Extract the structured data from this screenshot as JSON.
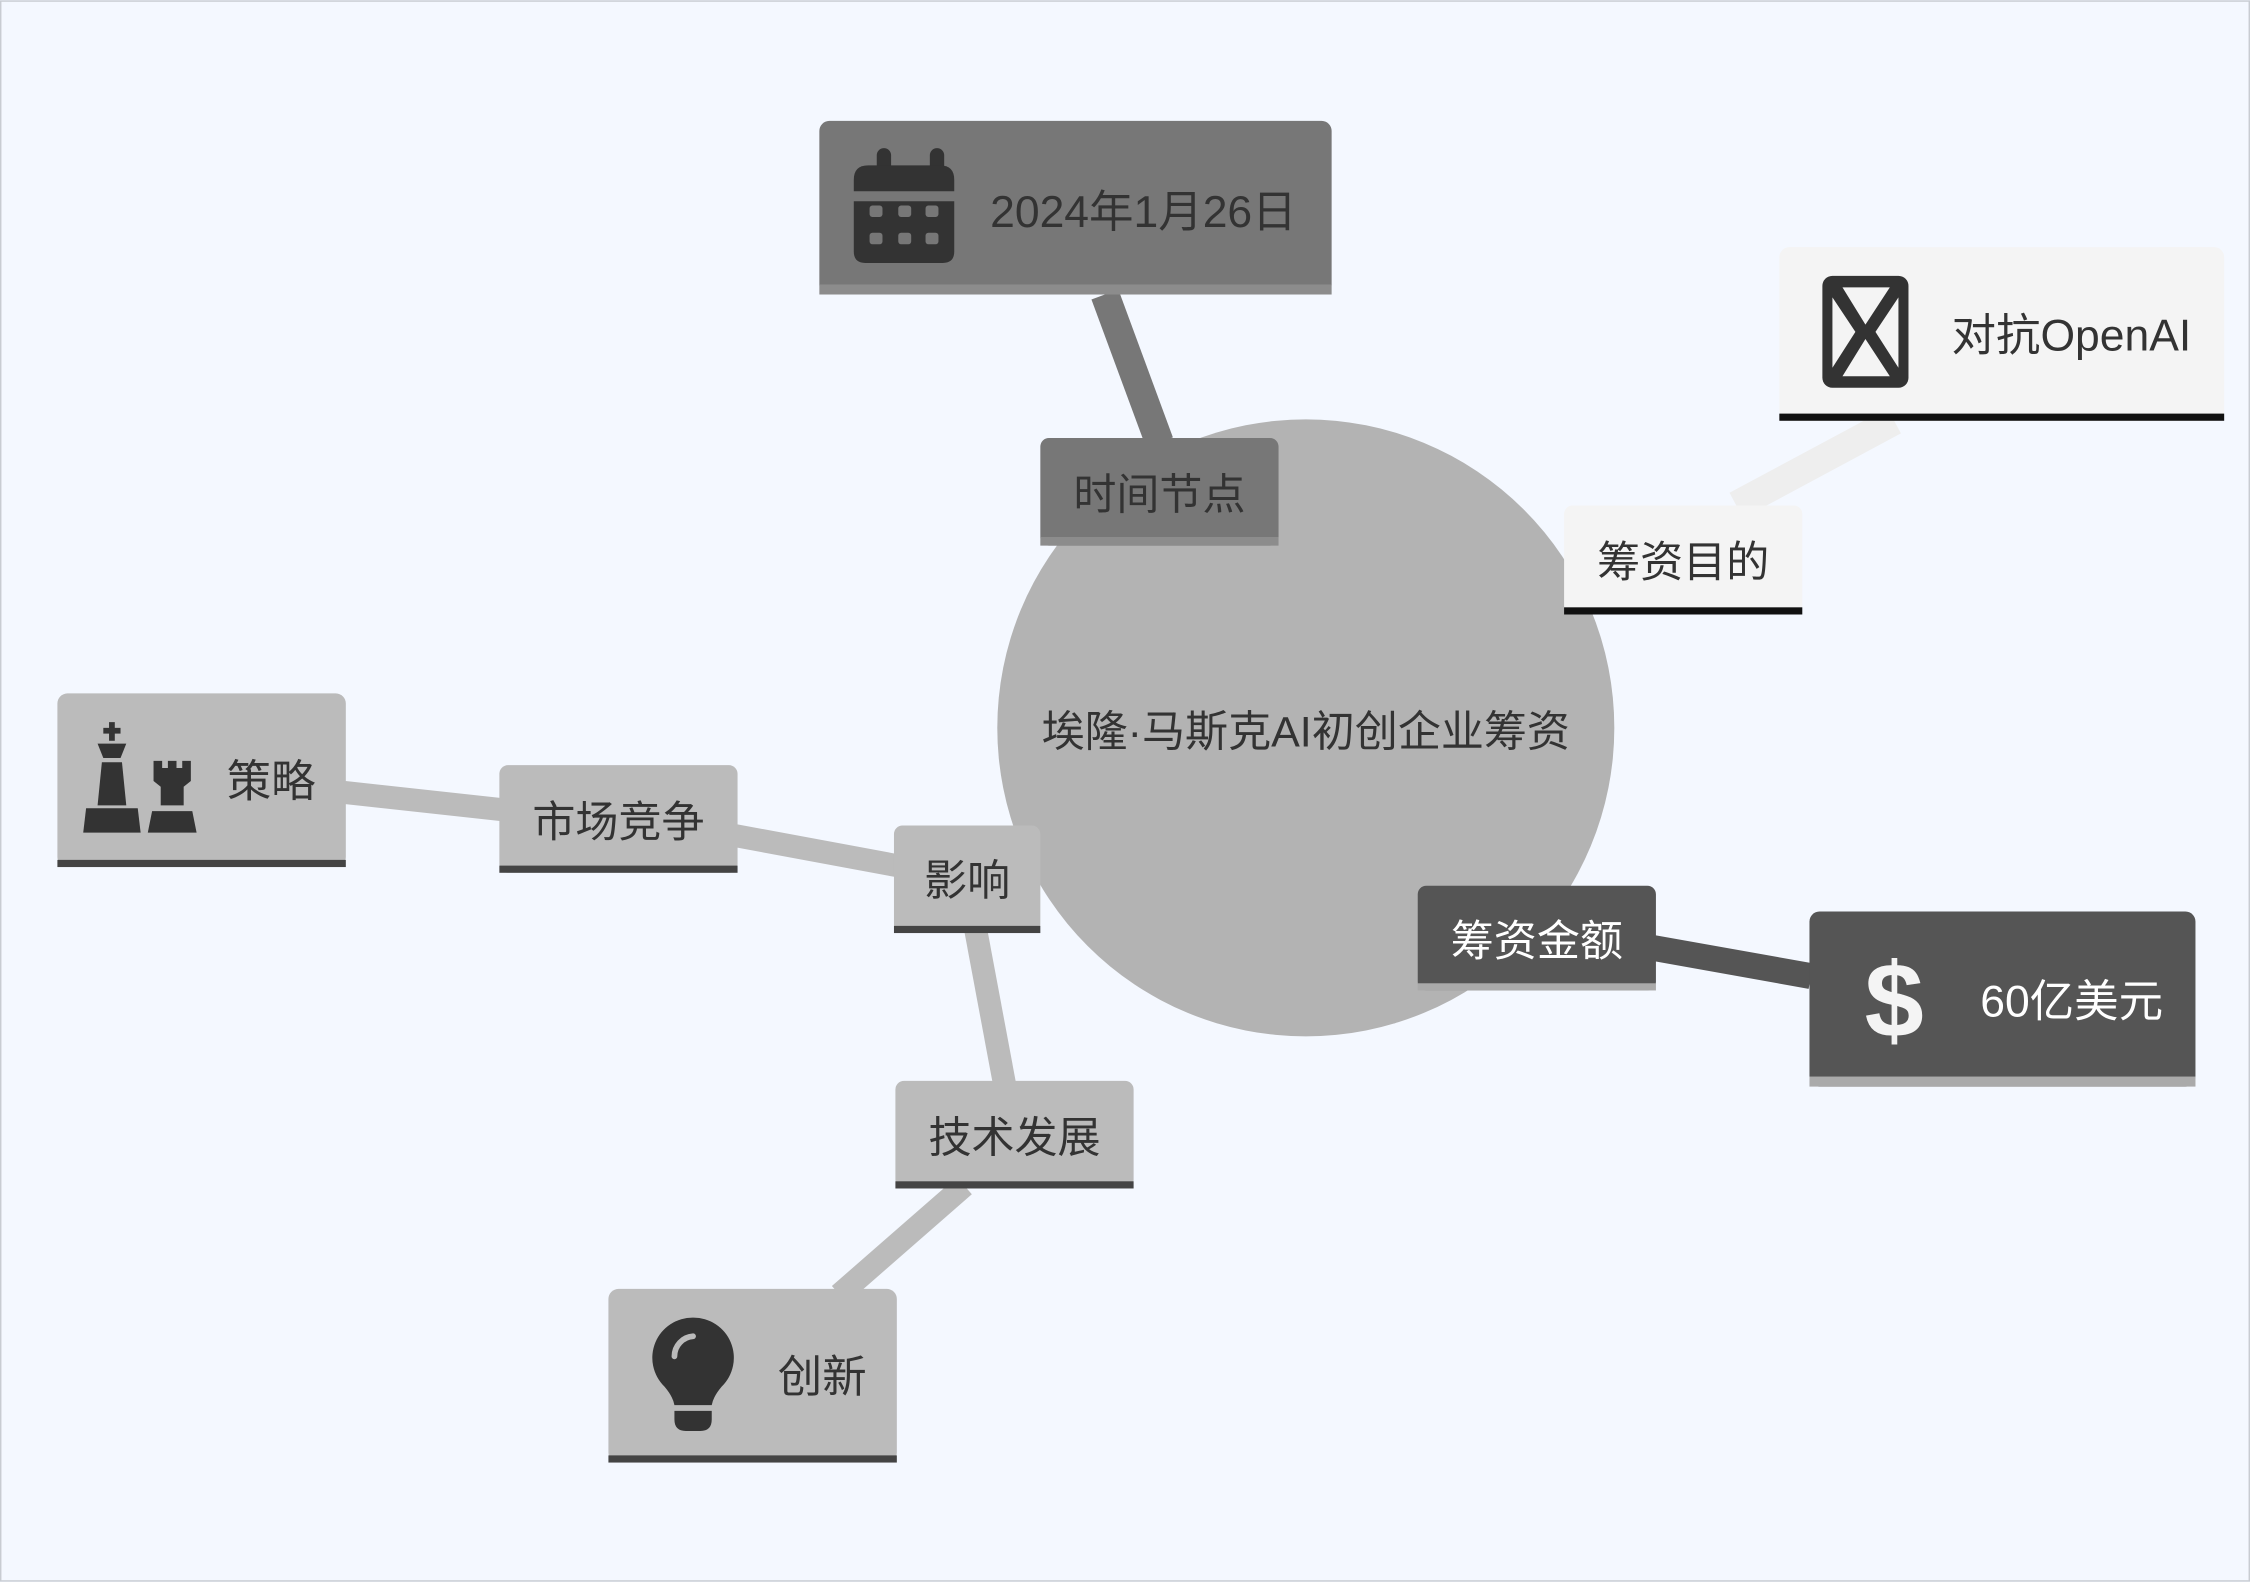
{
  "central": {
    "label": "埃隆·马斯克AI初创企业筹资"
  },
  "branches": {
    "time": {
      "label": "时间节点",
      "child": {
        "label": "2024年1月26日",
        "icon": "calendar-icon"
      }
    },
    "purpose": {
      "label": "筹资目的",
      "child": {
        "label": "对抗OpenAI",
        "icon": "hourglass-box-icon"
      }
    },
    "amount": {
      "label": "筹资金额",
      "child": {
        "label": "60亿美元",
        "icon": "dollar-icon"
      }
    },
    "impact": {
      "label": "影响",
      "market": {
        "label": "市场竞争",
        "child": {
          "label": "策略",
          "icon": "chess-icon"
        }
      },
      "tech": {
        "label": "技术发展",
        "child": {
          "label": "创新",
          "icon": "lightbulb-icon"
        }
      }
    }
  },
  "colors": {
    "background": "#f4f8ff",
    "central": "#b3b3b3",
    "time": "#777777",
    "purpose": "#f4f4f4",
    "amount": "#555555",
    "impact": "#bbbbbb"
  }
}
